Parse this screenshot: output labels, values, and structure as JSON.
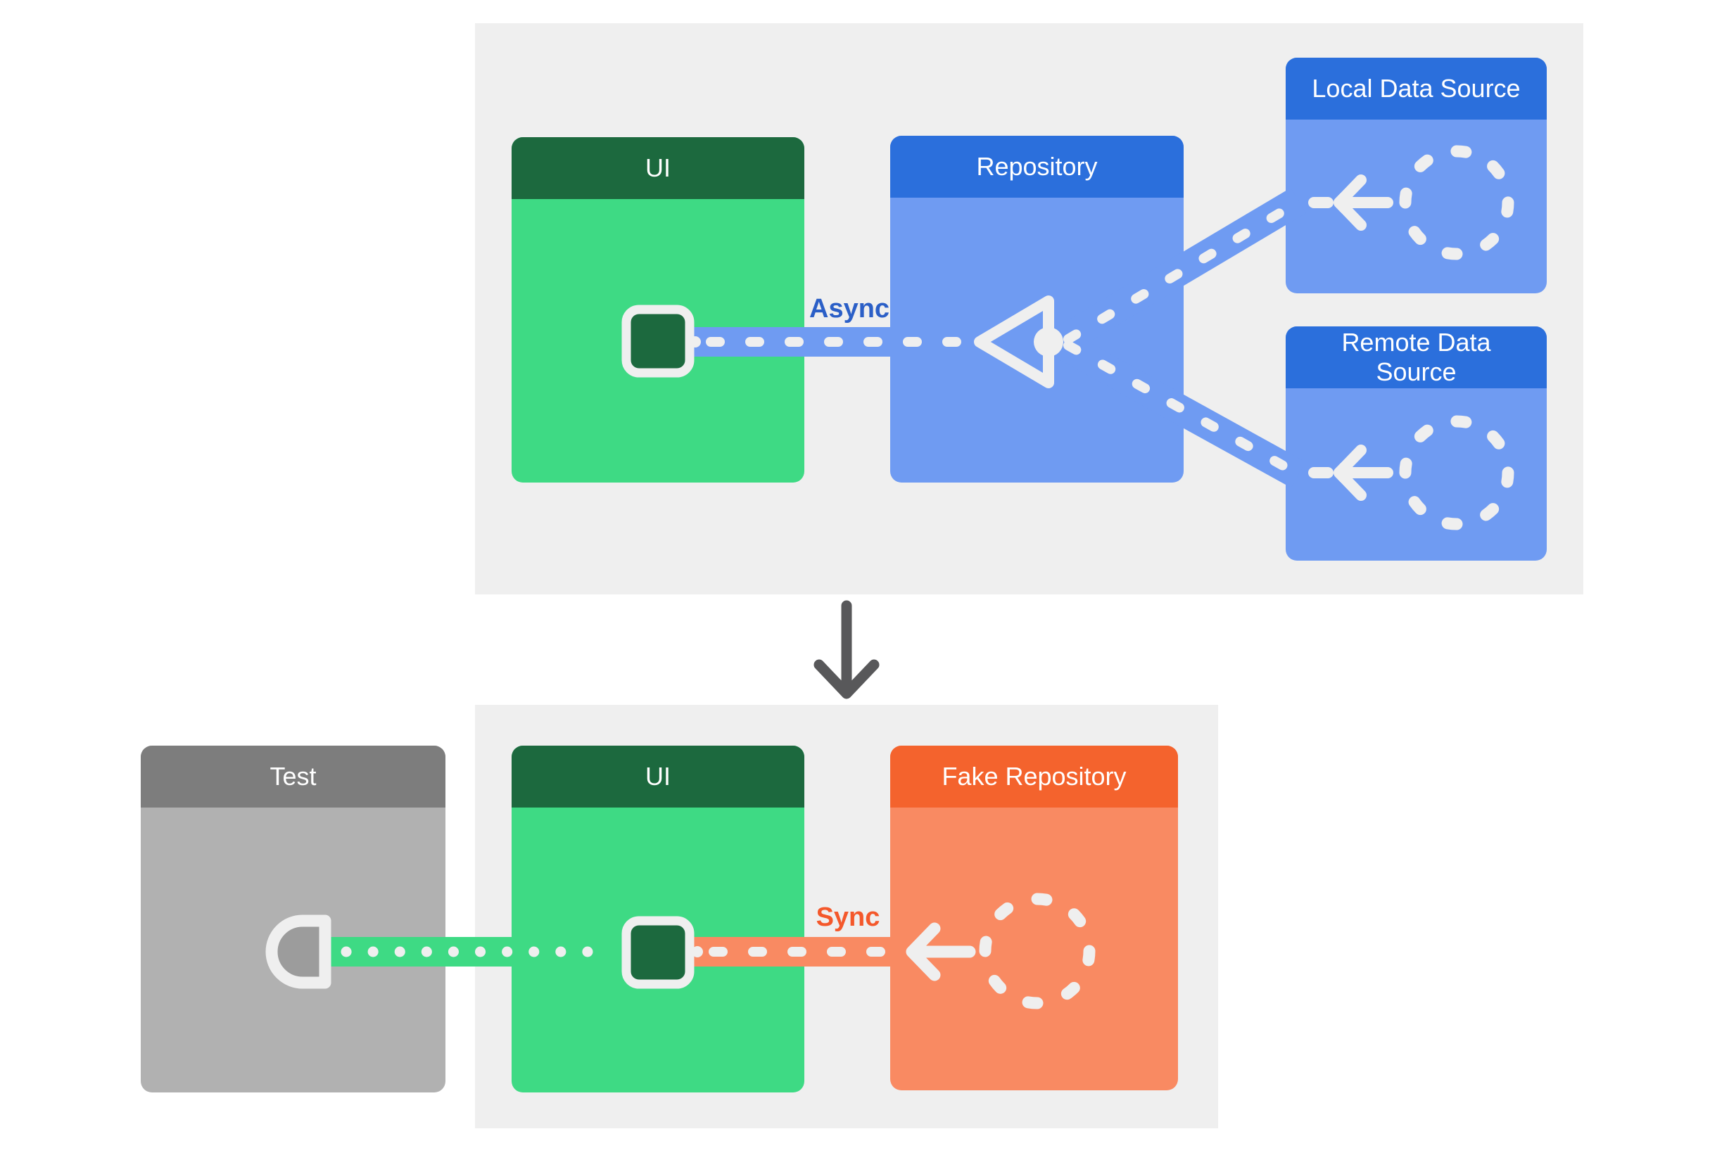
{
  "top": {
    "ui_title": "UI",
    "repository_title": "Repository",
    "local_title": "Local Data Source",
    "remote_title": "Remote Data Source",
    "async_label": "Async"
  },
  "bottom": {
    "test_title": "Test",
    "ui_title": "UI",
    "fake_repository_title": "Fake Repository",
    "sync_label": "Sync"
  },
  "colors": {
    "panel_bg": "#EFEFEF",
    "green_header": "#1C693E",
    "green_body": "#3EDA84",
    "blue_header": "#2B6FDC",
    "blue_body": "#6F9BF2",
    "orange_header": "#F4632D",
    "orange_body": "#F98A62",
    "gray_header": "#7D7D7D",
    "gray_body": "#B1B1B1",
    "socket_fill": "#9C9C9C",
    "async_text": "#2B5FC7",
    "sync_text": "#F4582B",
    "connector_white": "#EFEFEF",
    "down_arrow": "#58585A"
  }
}
